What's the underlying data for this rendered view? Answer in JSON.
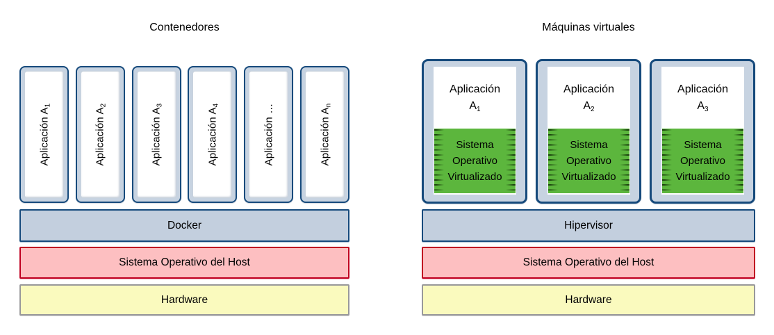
{
  "left": {
    "title": "Contenedores",
    "containers": [
      {
        "label_base": "Aplicación A",
        "label_sub": "1"
      },
      {
        "label_base": "Aplicación A",
        "label_sub": "2"
      },
      {
        "label_base": "Aplicación A",
        "label_sub": "3"
      },
      {
        "label_base": "Aplicación A",
        "label_sub": "4"
      },
      {
        "label_base": "Aplicación …",
        "label_sub": ""
      },
      {
        "label_base": "Aplicación A",
        "label_sub": "n"
      }
    ],
    "layers": [
      {
        "label": "Docker"
      },
      {
        "label": "Sistema Operativo del Host"
      },
      {
        "label": "Hardware"
      }
    ]
  },
  "right": {
    "title": "Máquinas virtuales",
    "vms": [
      {
        "app_line1": "Aplicación",
        "app_base": "A",
        "app_sub": "1",
        "os_label": "Sistema Operativo Virtualizado"
      },
      {
        "app_line1": "Aplicación",
        "app_base": "A",
        "app_sub": "2",
        "os_label": "Sistema Operativo Virtualizado"
      },
      {
        "app_line1": "Aplicación",
        "app_base": "A",
        "app_sub": "3",
        "os_label": "Sistema Operativo Virtualizado"
      }
    ],
    "layers": [
      {
        "label": "Hipervisor"
      },
      {
        "label": "Sistema Operativo del Host"
      },
      {
        "label": "Hardware"
      }
    ]
  },
  "colors": {
    "frame_border": "#164a7c",
    "frame_fill": "#c7d3e1",
    "guest_os_green": "#5cb63d",
    "host_os_fill": "#fdbfc1",
    "host_os_border": "#c00021",
    "hardware_fill": "#fafabe",
    "hardware_border": "#98989a"
  }
}
